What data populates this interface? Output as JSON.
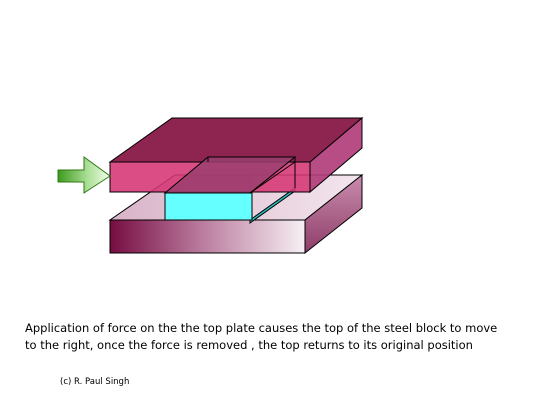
{
  "caption": {
    "line1": "Application of force on the the top plate causes the top of the steel block to move",
    "line2": "to the right, once the force is removed , the top returns to its original position"
  },
  "copyright": "(c) R. Paul Singh",
  "icons": {
    "force": "arrow-right-icon"
  },
  "colors": {
    "top_plate_face": "#A8285A",
    "top_plate_top": "#8A2048",
    "top_plate_side": "#6E1A3A",
    "top_plate_front": "#C8306A",
    "steel_block_front": "#66FFFF",
    "steel_block_top": "#9A3F6E",
    "bottom_plate_dark": "#7A0F45",
    "bottom_plate_light": "#F5EEF3",
    "arrow_dark": "#3C9A1C",
    "arrow_light": "#F0FFE8"
  }
}
